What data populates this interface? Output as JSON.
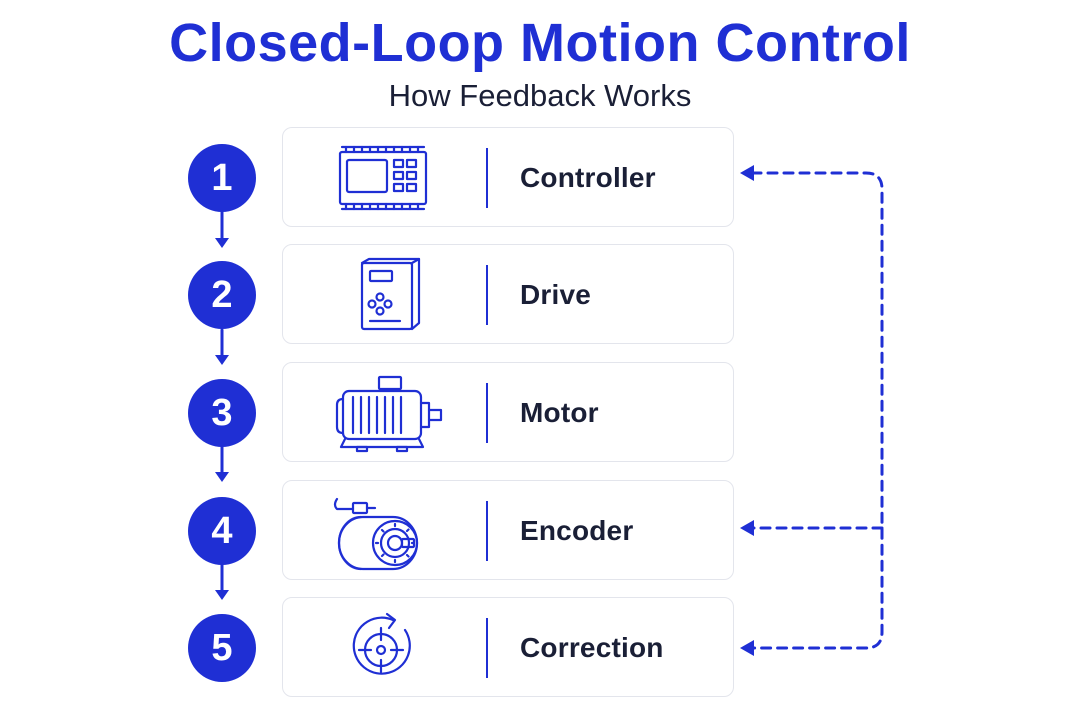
{
  "header": {
    "title": "Closed-Loop Motion Control",
    "subtitle": "How Feedback Works"
  },
  "colors": {
    "accent": "#1f2fd4",
    "text": "#1a1f36",
    "card_border": "#e3e5ec"
  },
  "steps": [
    {
      "number": "1",
      "label": "Controller",
      "icon": "controller-icon"
    },
    {
      "number": "2",
      "label": "Drive",
      "icon": "drive-icon"
    },
    {
      "number": "3",
      "label": "Motor",
      "icon": "motor-icon"
    },
    {
      "number": "4",
      "label": "Encoder",
      "icon": "encoder-icon"
    },
    {
      "number": "5",
      "label": "Correction",
      "icon": "correction-target-icon"
    }
  ],
  "feedback_loop": {
    "style": "dashed",
    "arrows_into_steps": [
      "1",
      "4",
      "5"
    ]
  }
}
